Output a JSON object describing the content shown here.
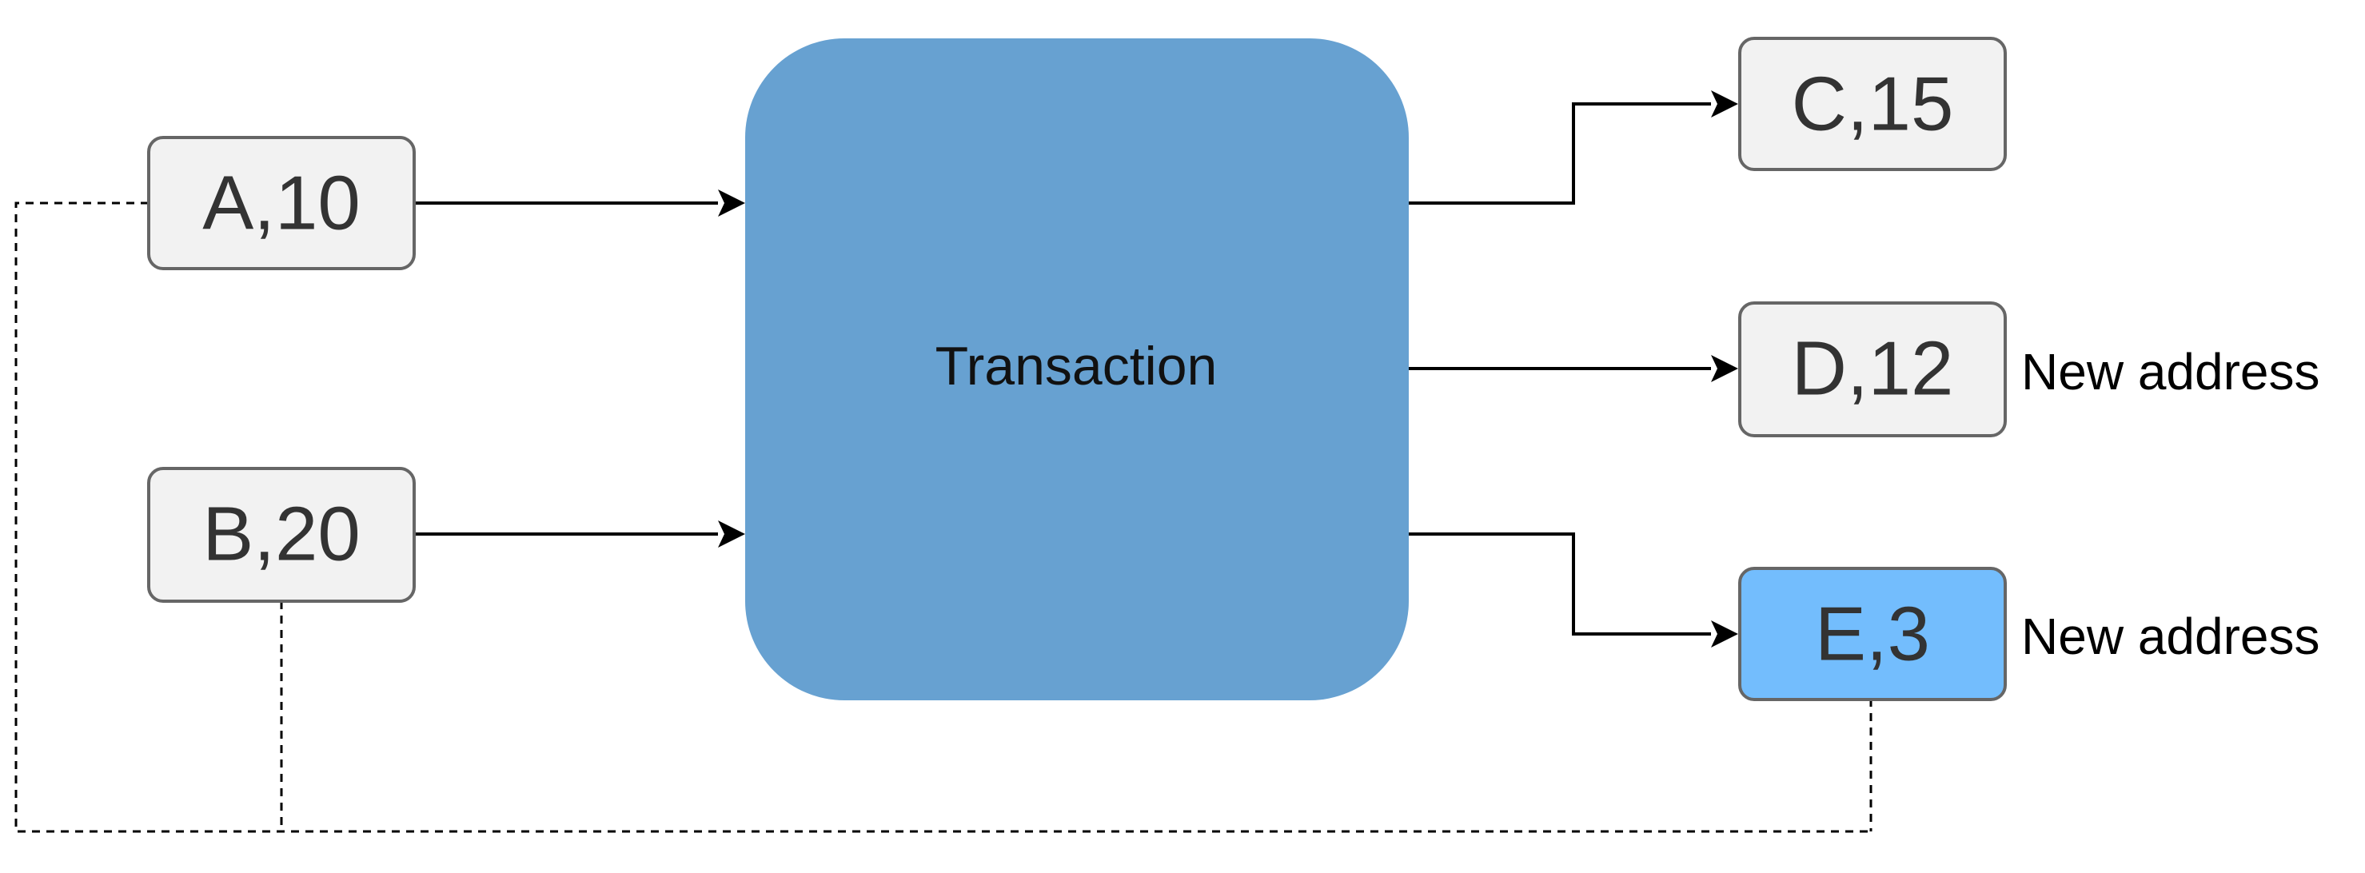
{
  "inputs": [
    {
      "id": "A",
      "label": "A,10"
    },
    {
      "id": "B",
      "label": "B,20"
    }
  ],
  "transaction": {
    "label": "Transaction",
    "color": "#67a1d1"
  },
  "outputs": [
    {
      "id": "C",
      "label": "C,15",
      "note": ""
    },
    {
      "id": "D",
      "label": "D,12",
      "note": "New address"
    },
    {
      "id": "E",
      "label": "E,3",
      "note": "New address",
      "color": "#73bdfd"
    }
  ]
}
